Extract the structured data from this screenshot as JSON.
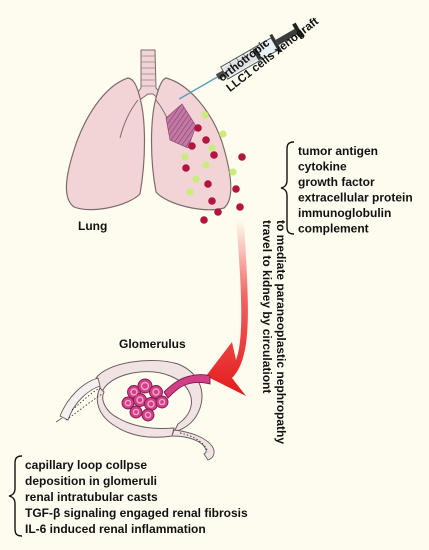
{
  "syringe_label": {
    "line1": "orthotropic",
    "line2": "LLC1 cells xenograft"
  },
  "organ_label": "Lung",
  "secreted_factors": [
    "tumor antigen",
    "cytokine",
    "growth factor",
    "extracellular protein",
    "immunoglobulin",
    "complement"
  ],
  "arrow_label": {
    "line1": "travel to kidney by circulationt",
    "line2": "to mediate paraneoplastic nephropathy"
  },
  "glomerulus_label": "Glomerulus",
  "kidney_outcomes": [
    "capillary loop collpse",
    "deposition in glomeruli",
    "renal intratubular casts",
    "TGF-β signaling engaged renal fibrosis",
    "IL-6 induced renal inflammation"
  ],
  "colors": {
    "background": "#fdfcef",
    "lung_fill": "#f2d4d7",
    "lung_stroke": "#7d6b6c",
    "tumor": "#b4578f",
    "dot_red": "#b2163f",
    "dot_green": "#c9ec7a",
    "arrow": "#e41b1b",
    "glomerulus": "#d23f86",
    "capsule": "#f1e3e3"
  }
}
